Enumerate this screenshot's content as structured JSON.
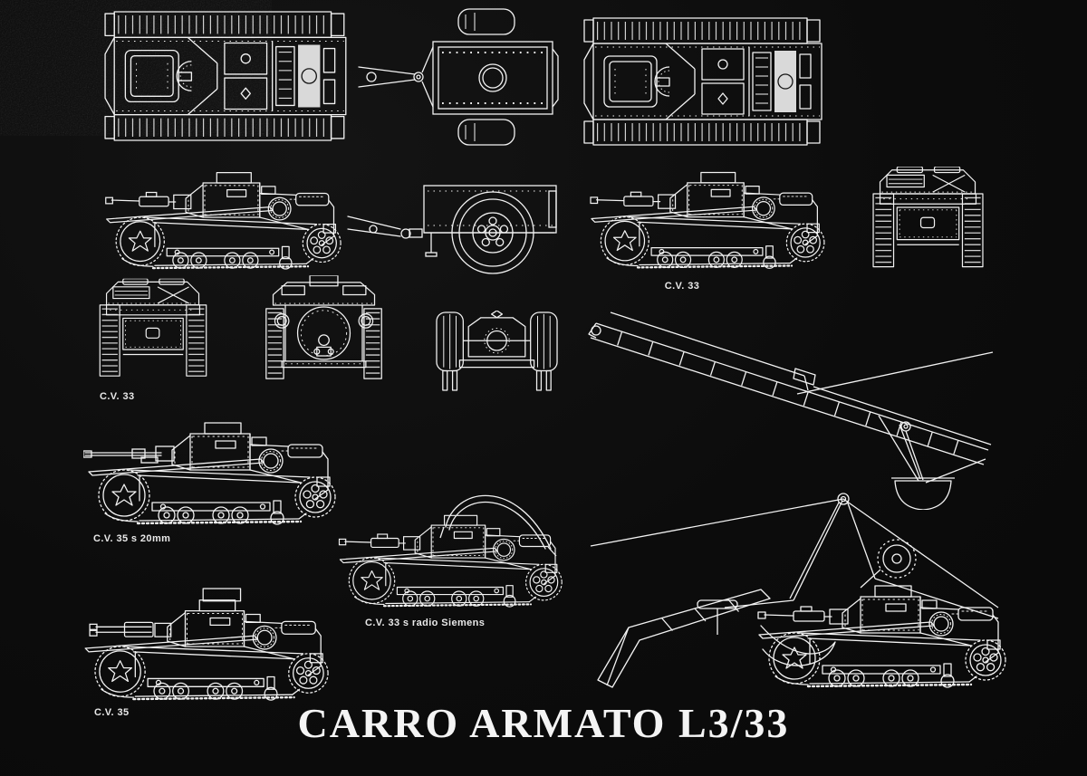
{
  "title": "CARRO ARMATO L3/33",
  "colors": {
    "background": "#0b0b0b",
    "ink": "#f2f2f2"
  },
  "labels": {
    "cv33_side_view": "C.V. 33",
    "cv33_front_view": "C.V. 33",
    "cv35_20mm": "C.V. 35 s 20mm",
    "cv33_radio": "C.V. 33 s radio Siemens",
    "cv35": "C.V. 35"
  }
}
